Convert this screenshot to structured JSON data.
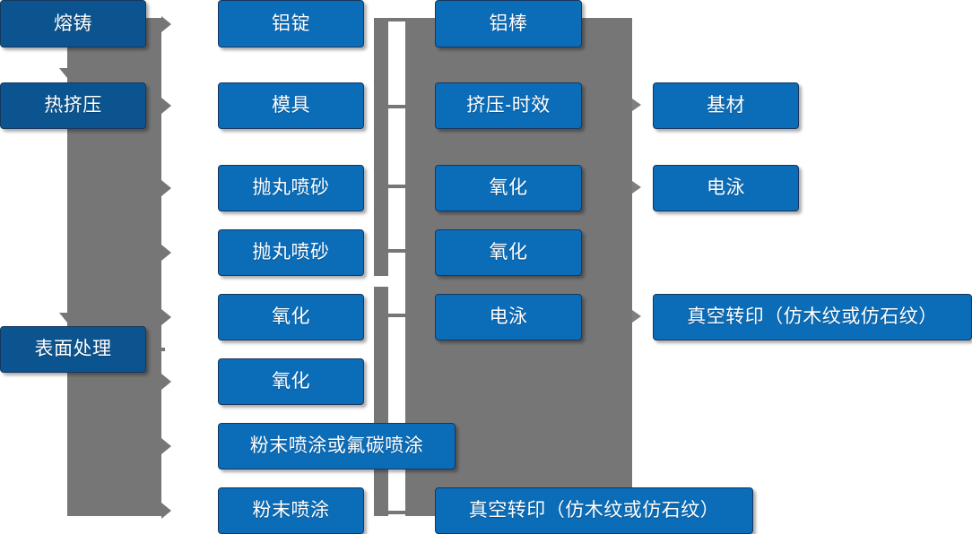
{
  "diagram": {
    "type": "process-flow",
    "title_visible": false,
    "colors": {
      "stage_box": "#0c5490",
      "process_box": "#0b6cb8",
      "connector": "#767676",
      "arrow": "#7f7f7f",
      "box_border": "#17375e",
      "text": "#ffffff",
      "background": "#ffffff"
    },
    "stage_column": [
      {
        "id": "stage-melting",
        "label": "熔铸"
      },
      {
        "id": "stage-extrude",
        "label": "热挤压"
      },
      {
        "id": "stage-surface",
        "label": "表面处理"
      }
    ],
    "process_column": [
      {
        "id": "proc-ingot",
        "label": "铝锭"
      },
      {
        "id": "proc-mold",
        "label": "模具"
      },
      {
        "id": "proc-shotblast-1",
        "label": "抛丸喷砂"
      },
      {
        "id": "proc-shotblast-2",
        "label": "抛丸喷砂"
      },
      {
        "id": "proc-oxidation-1",
        "label": "氧化"
      },
      {
        "id": "proc-oxidation-2",
        "label": "氧化"
      },
      {
        "id": "proc-powder-fluoro",
        "label": "粉末喷涂或氟碳喷涂"
      },
      {
        "id": "proc-powder",
        "label": "粉末喷涂"
      }
    ],
    "treatment_column": [
      {
        "id": "treat-bar",
        "label": "铝棒"
      },
      {
        "id": "treat-extrude-age",
        "label": "挤压-时效"
      },
      {
        "id": "treat-oxidation-1",
        "label": "氧化"
      },
      {
        "id": "treat-oxidation-2",
        "label": "氧化"
      },
      {
        "id": "treat-electro",
        "label": "电泳"
      },
      {
        "id": "treat-vacuum",
        "label": "真空转印（仿木纹或仿石纹）"
      }
    ],
    "output_column": [
      {
        "id": "out-substrate",
        "label": "基材"
      },
      {
        "id": "out-electro",
        "label": "电泳"
      },
      {
        "id": "out-vacuum",
        "label": "真空转印（仿木纹或仿石纹）"
      }
    ]
  }
}
